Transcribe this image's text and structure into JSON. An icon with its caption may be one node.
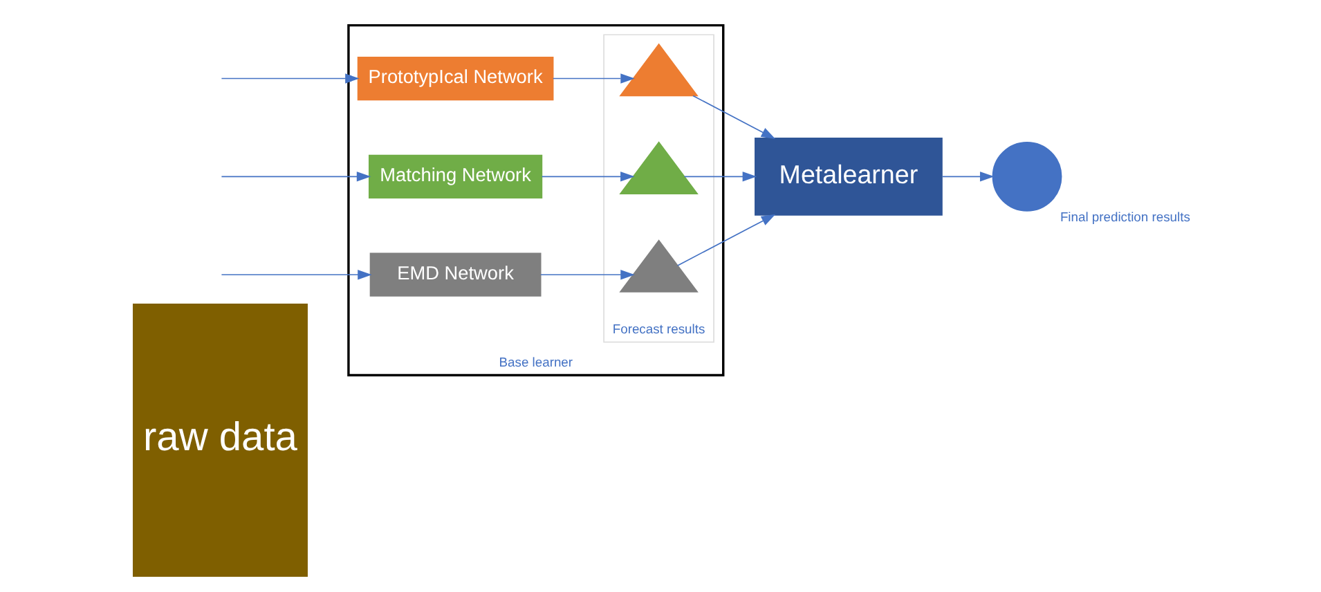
{
  "diagram": {
    "nodes": [
      {
        "text": [
          "raw data"
        ]
      },
      {
        "text": [
          "Base learner"
        ]
      },
      {
        "text": [
          "PrototypIcal Network"
        ],
        "in": 1
      },
      {
        "text": [
          "Matching Network"
        ],
        "in": 1
      },
      {
        "text": [
          "EMD Network"
        ],
        "in": 1
      },
      {
        "text": [
          "Forecast results"
        ],
        "in": 1
      },
      {
        "text": [],
        "shape": "triangle",
        "in": 5
      },
      {
        "text": [],
        "shape": "triangle",
        "in": 5
      },
      {
        "text": [],
        "shape": "triangle",
        "in": 5
      },
      {
        "text": [
          "Metalearner"
        ]
      },
      {
        "text": [],
        "shape": "circle",
        "beside": [
          "Final prediction results"
        ]
      }
    ],
    "edges": [
      {
        "from": null,
        "to": 2,
        "arrow": "to"
      },
      {
        "from": null,
        "to": 3,
        "arrow": "to"
      },
      {
        "from": null,
        "to": 4,
        "arrow": "to"
      },
      {
        "from": 2,
        "to": 6,
        "arrow": "to"
      },
      {
        "from": 3,
        "to": 7,
        "arrow": "to"
      },
      {
        "from": 4,
        "to": 8,
        "arrow": "to"
      },
      {
        "from": 6,
        "to": 9,
        "arrow": "to"
      },
      {
        "from": 7,
        "to": 9,
        "arrow": "to"
      },
      {
        "from": 8,
        "to": 9,
        "arrow": "to"
      },
      {
        "from": 9,
        "to": 10,
        "arrow": "to"
      }
    ]
  }
}
